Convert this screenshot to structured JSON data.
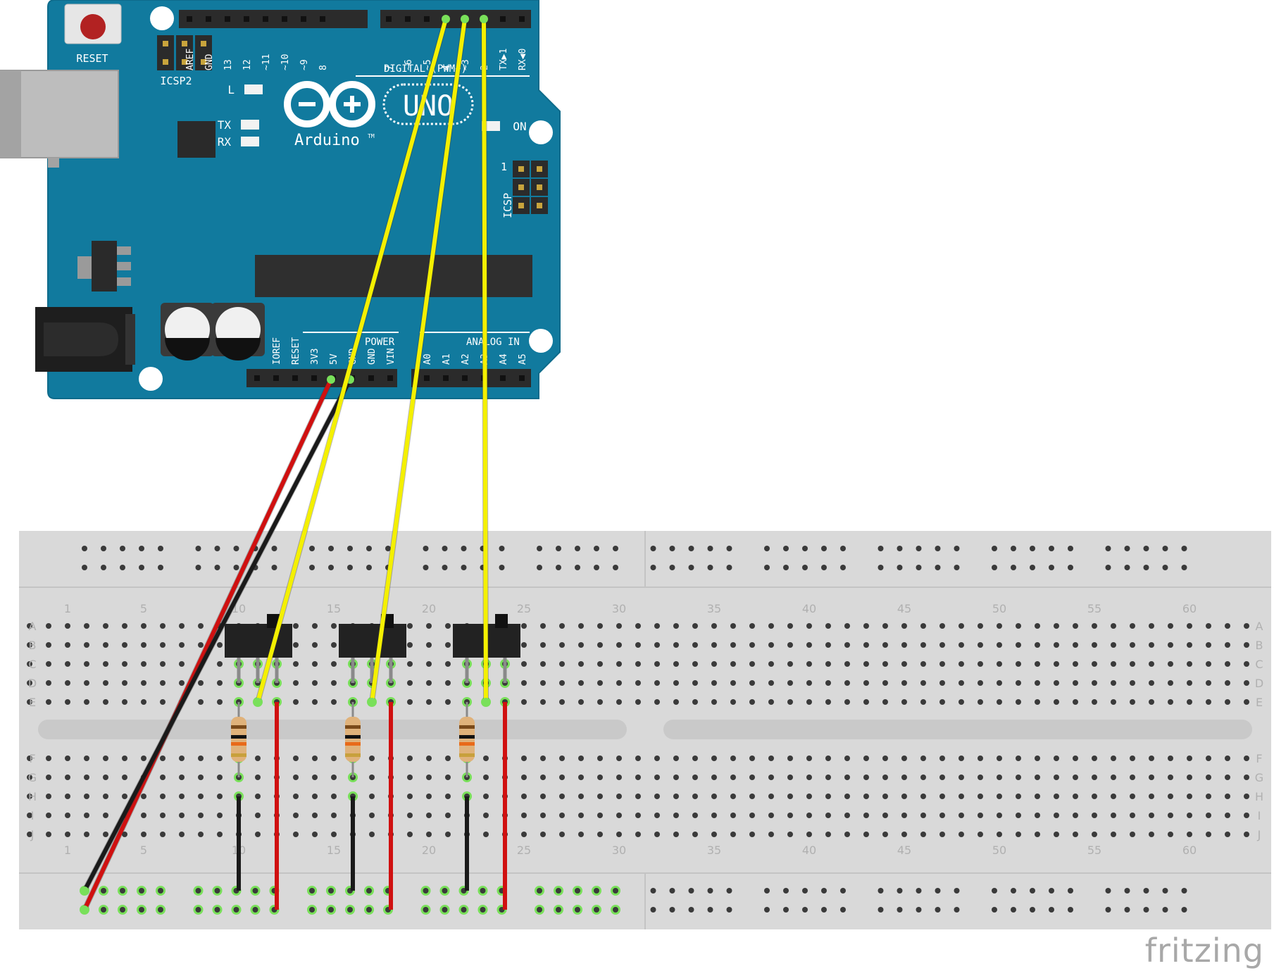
{
  "watermark": "fritzing",
  "arduino": {
    "logo_text": "Arduino",
    "logo_tm": "TM",
    "model": "UNO",
    "reset_label": "RESET",
    "icsp2_label": "ICSP2",
    "icsp_label": "ICSP",
    "icsp_pin1": "1",
    "digital_header_label": "DIGITAL (PWM~)",
    "power_header_label": "POWER",
    "analog_header_label": "ANALOG IN",
    "leds": [
      "L",
      "TX",
      "RX",
      "ON"
    ],
    "top_header_left_pins": [
      "AREF",
      "GND",
      "13",
      "12",
      "~11",
      "~10",
      "~9",
      "8"
    ],
    "top_header_right_pins": [
      "7",
      "~6",
      "~5",
      "4",
      "~3",
      "2",
      "TX▶1",
      "RX◀0"
    ],
    "power_pins": [
      "IOREF",
      "RESET",
      "3V3",
      "5V",
      "GND",
      "GND",
      "VIN"
    ],
    "analog_pins": [
      "A0",
      "A1",
      "A2",
      "A3",
      "A4",
      "A5"
    ],
    "colors": {
      "board": "#117a9e",
      "board_edge": "#0e6b8b",
      "header": "#2b2b2b",
      "reset_button": "#b22222"
    }
  },
  "breadboard": {
    "column_numbers": [
      "1",
      "5",
      "10",
      "15",
      "20",
      "25",
      "30",
      "35",
      "40",
      "45",
      "50",
      "55",
      "60"
    ],
    "row_letters_top": [
      "A",
      "B",
      "C",
      "D",
      "E"
    ],
    "row_letters_bottom": [
      "F",
      "G",
      "H",
      "I",
      "J"
    ],
    "colors": {
      "body": "#d9d9d9",
      "hole": "#3a3a3a",
      "highlight": "#79e05a"
    }
  },
  "components": {
    "switches": [
      {
        "name": "slide-switch-1",
        "pins": [
          "C10",
          "C11",
          "C12"
        ]
      },
      {
        "name": "slide-switch-2",
        "pins": [
          "C16",
          "C17",
          "C18"
        ]
      },
      {
        "name": "slide-switch-3",
        "pins": [
          "C22",
          "C23",
          "C24"
        ]
      }
    ],
    "resistors": [
      {
        "name": "resistor-1",
        "from": "E10",
        "to": "G10"
      },
      {
        "name": "resistor-2",
        "from": "E16",
        "to": "G16"
      },
      {
        "name": "resistor-3",
        "from": "E22",
        "to": "G22"
      }
    ]
  },
  "wires": [
    {
      "name": "wire-5v",
      "color": "#d01010",
      "from": "5V",
      "to": "power-rail-bottom"
    },
    {
      "name": "wire-gnd",
      "color": "#1a1a1a",
      "from": "GND",
      "to": "ground-rail-top"
    },
    {
      "name": "wire-d4",
      "color": "#f4f000",
      "from": "D4",
      "to": "E11"
    },
    {
      "name": "wire-d3",
      "color": "#f4f000",
      "from": "D3",
      "to": "E17"
    },
    {
      "name": "wire-d2",
      "color": "#f4f000",
      "from": "D2",
      "to": "E23"
    }
  ]
}
